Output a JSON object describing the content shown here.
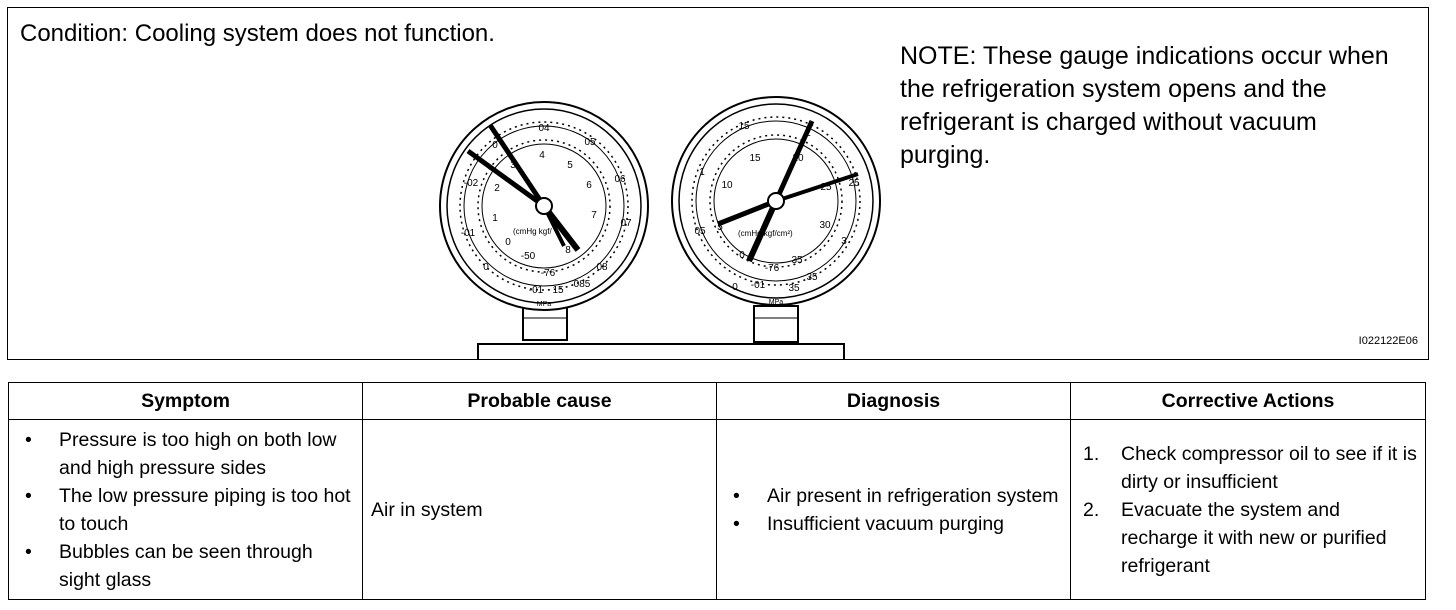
{
  "figure": {
    "condition": "Condition: Cooling system does not function.",
    "note": "NOTE: These gauge indications occur when the refrigeration system opens and the refrigerant is charged without vacuum purging.",
    "figure_id": "I022122E06",
    "low_gauge": {
      "outer_scale": [
        "-01",
        "0",
        "-02",
        "0",
        "04",
        "05",
        "06",
        "07",
        "08",
        "085"
      ],
      "inner_scale": [
        "0",
        "1",
        "2",
        "3",
        "4",
        "5",
        "6",
        "7",
        "8"
      ],
      "extra_labels": [
        "-50",
        "-76",
        "-01",
        "15"
      ],
      "unit_inner": "(cmHg kgf/",
      "unit_bottom": "MPa"
    },
    "high_gauge": {
      "outer_scale": [
        "0",
        "05",
        "1",
        "15",
        "2",
        "25",
        "3",
        "35"
      ],
      "inner_scale": [
        "0",
        "5",
        "10",
        "15",
        "20",
        "25",
        "30",
        "35"
      ],
      "extra_labels": [
        "-76",
        "-01",
        "35"
      ],
      "unit_inner": "(cmHg kgf/cm²)",
      "unit_bottom": "MPa"
    }
  },
  "table": {
    "headers": [
      "Symptom",
      "Probable cause",
      "Diagnosis",
      "Corrective Actions"
    ],
    "rows": [
      {
        "symptoms": [
          "Pressure is too high on both low and high pressure sides",
          "The low pressure piping is too hot to touch",
          "Bubbles can be seen through sight glass"
        ],
        "cause": "Air in system",
        "diagnosis": [
          "Air present in refrigeration system",
          "Insufficient vacuum purging"
        ],
        "actions": [
          {
            "n": "1.",
            "text": "Check compressor oil to see if it is dirty or insufficient"
          },
          {
            "n": "2.",
            "text": "Evacuate the system and recharge it with new or purified refrigerant"
          }
        ]
      }
    ]
  }
}
